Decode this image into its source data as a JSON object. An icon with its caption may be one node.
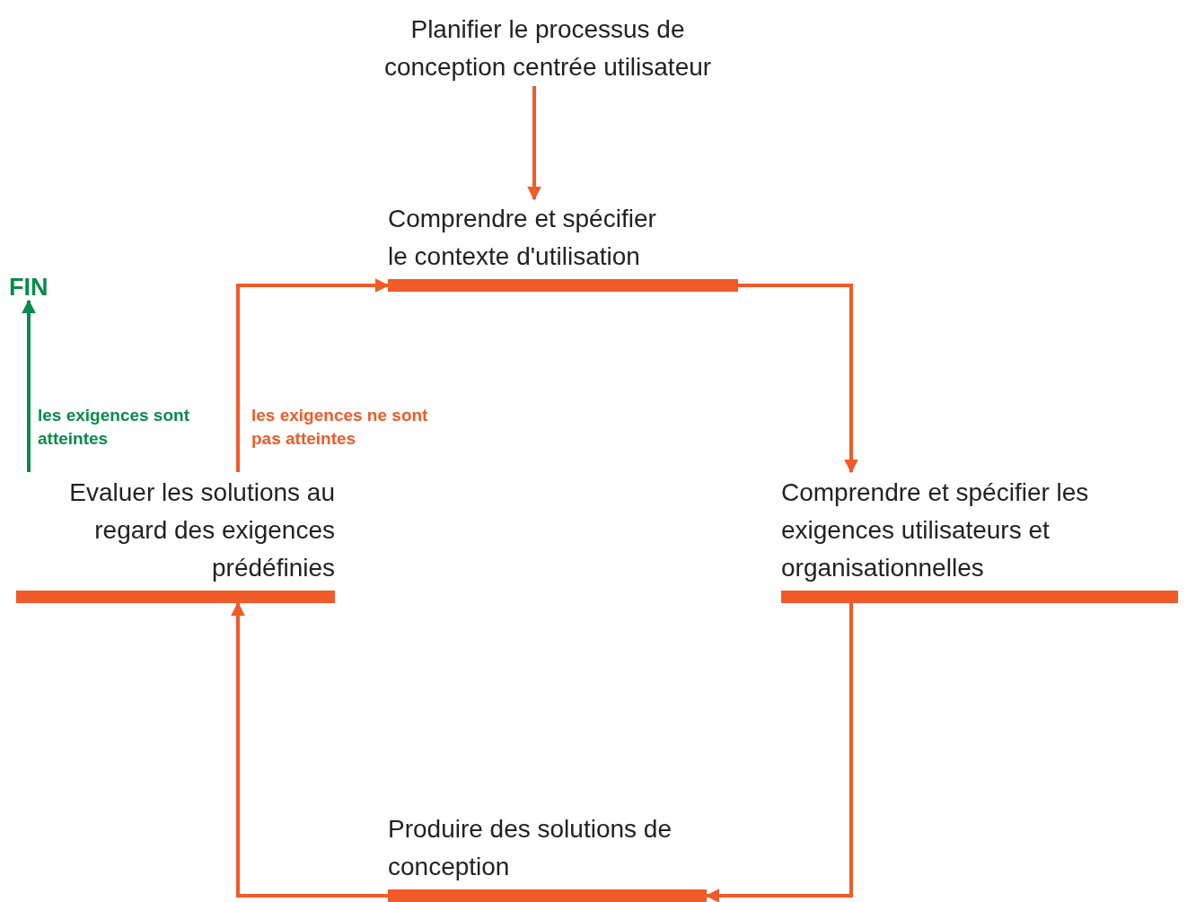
{
  "diagram": {
    "nodes": [
      {
        "text": [
          "Planifier le processus de conception centrée utilisateur"
        ]
      },
      {
        "text": [
          "Comprendre et spécifier le contexte d'utilisation"
        ]
      },
      {
        "text": [
          "Comprendre et spécifier les exigences utilisateurs et organisationnelles"
        ]
      },
      {
        "text": [
          "Produire des solutions de conception"
        ]
      },
      {
        "text": [
          "Evaluer les solutions au regard des exigences prédéfinies"
        ]
      },
      {
        "text": [
          "FIN"
        ]
      }
    ],
    "edges": [
      {
        "from": 0,
        "to": 1,
        "arrow": "to"
      },
      {
        "from": 1,
        "to": 2,
        "arrow": "to"
      },
      {
        "from": 2,
        "to": 3,
        "arrow": "to"
      },
      {
        "from": 3,
        "to": 4,
        "arrow": "to"
      },
      {
        "from": 4,
        "to": 1,
        "arrow": "to",
        "label": "les exigences ne sont pas atteintes"
      },
      {
        "from": 4,
        "to": 5,
        "arrow": "to",
        "label": "les exigences sont atteintes",
        "color": "#0a8a4a"
      }
    ]
  }
}
